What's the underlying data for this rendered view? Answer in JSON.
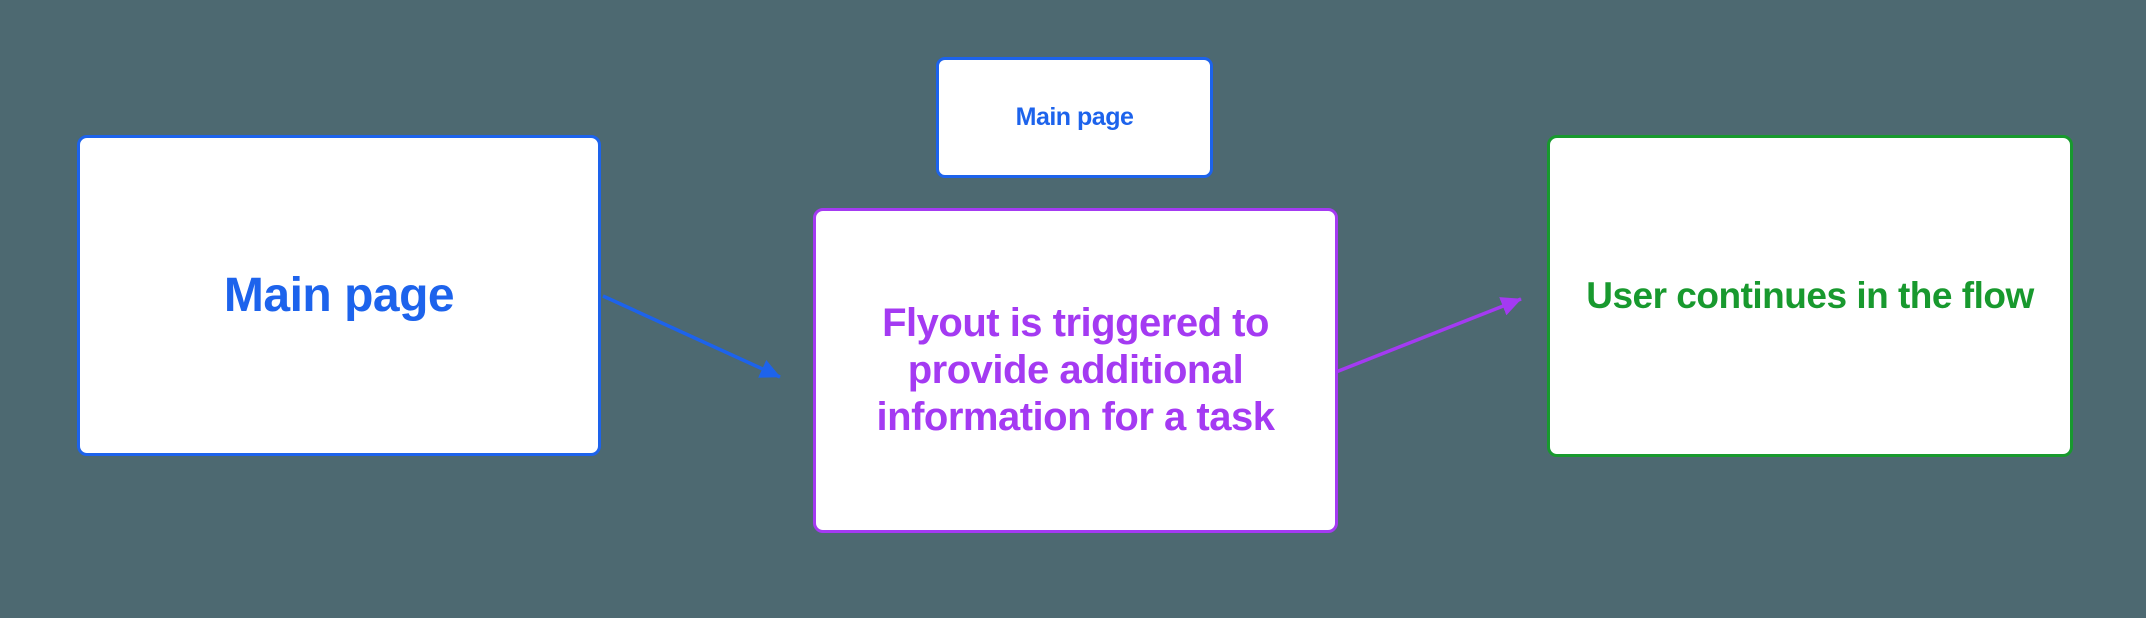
{
  "diagram": {
    "background_color": "#4d6971",
    "node_fill_color": "#ffffff",
    "colors": {
      "blue": "#1d63ec",
      "purple": "#a43af2",
      "green": "#18992e"
    },
    "nodes": [
      {
        "id": "main-page-large",
        "label": "Main page",
        "color": "#1d63ec",
        "shape": "rounded-rectangle"
      },
      {
        "id": "main-page-small",
        "label": "Main page",
        "color": "#1d63ec",
        "shape": "rounded-rectangle"
      },
      {
        "id": "flyout",
        "label": "Flyout is triggered to provide additional information for a task",
        "color": "#a43af2",
        "shape": "rounded-rectangle"
      },
      {
        "id": "user-continues",
        "label": "User continues in the flow",
        "color": "#18992e",
        "shape": "rounded-rectangle"
      }
    ],
    "edges": [
      {
        "id": "edge-main-to-flyout",
        "from": "main-page-large",
        "to": "flyout",
        "color": "#1d63ec",
        "style": "arrow"
      },
      {
        "id": "edge-flyout-to-continue",
        "from": "flyout",
        "to": "user-continues",
        "color": "#a43af2",
        "style": "arrow"
      }
    ]
  }
}
